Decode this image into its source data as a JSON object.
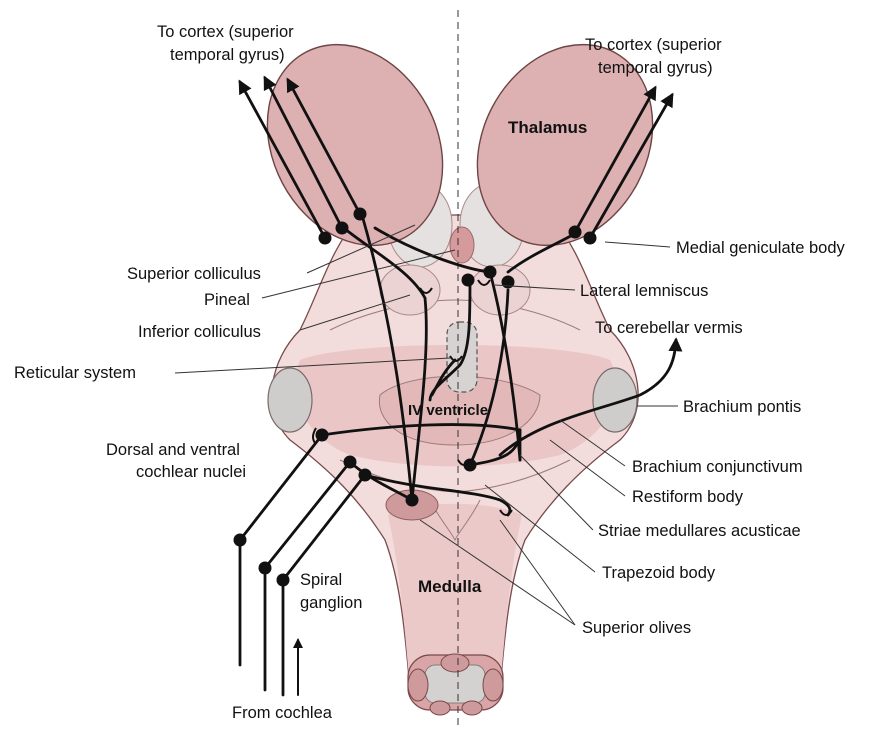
{
  "labels": {
    "cortex_left_1": "To cortex (superior",
    "cortex_left_2": "temporal gyrus)",
    "cortex_right_1": "To cortex (superior",
    "cortex_right_2": "temporal gyrus)",
    "thalamus": "Thalamus",
    "medial_geniculate": "Medial geniculate body",
    "superior_colliculus": "Superior colliculus",
    "pineal": "Pineal",
    "lateral_lemniscus": "Lateral lemniscus",
    "inferior_colliculus": "Inferior colliculus",
    "to_cerebellar_vermis": "To cerebellar vermis",
    "reticular_system": "Reticular system",
    "iv_ventricle": "IV ventricle",
    "brachium_pontis": "Brachium pontis",
    "dorsal_ventral_1": "Dorsal and ventral",
    "dorsal_ventral_2": "cochlear nuclei",
    "brachium_conjunctivum": "Brachium conjunctivum",
    "restiform_body": "Restiform body",
    "striae_medullares": "Striae medullares acusticae",
    "trapezoid_body": "Trapezoid body",
    "spiral_1": "Spiral",
    "spiral_2": "ganglion",
    "medulla": "Medulla",
    "superior_olives": "Superior olives",
    "from_cochlea": "From cochlea"
  },
  "colors": {
    "tissue_light": "#f2d9d9",
    "tissue_mid": "#e8c3c3",
    "thalamus": "#dcaeb0",
    "grey_matter": "#d9d6d6",
    "nucleus": "#cf9a9c",
    "tract": "#111111"
  }
}
